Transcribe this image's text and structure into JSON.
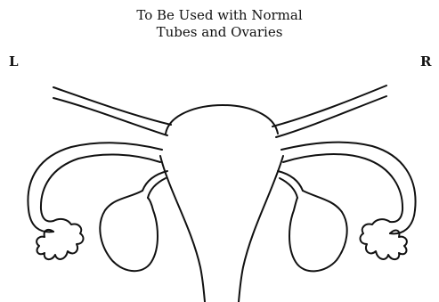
{
  "title": {
    "line1": "To Be Used with Normal",
    "line2": "Tubes and Ovaries"
  },
  "labels": {
    "left": "L",
    "right": "R"
  },
  "figure": {
    "line_color": "#111111",
    "background": "#ffffff"
  }
}
